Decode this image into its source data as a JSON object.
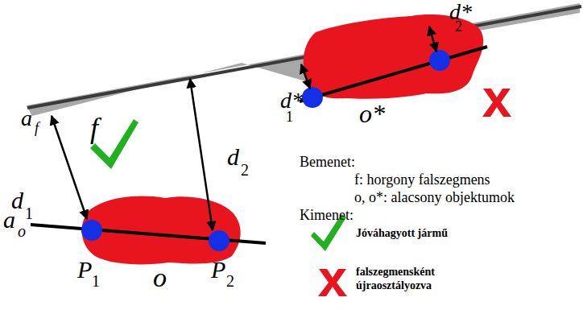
{
  "diagram": {
    "labels": [
      "a",
      "f",
      "f",
      "d",
      "1",
      "d",
      "2",
      "d*",
      "1",
      "d*",
      "2",
      "a",
      "o",
      "P",
      "1",
      "P",
      "2",
      "o",
      "o*",
      "Bemenet:",
      "f: horgony falszegmens",
      "o, o*: alacsony objektumok",
      "Kimenet:"
    ],
    "legend": [
      {
        "text": "Jóváhagyott jármű"
      },
      {
        "text": "falszegmensként újraosztályozva"
      }
    ]
  }
}
